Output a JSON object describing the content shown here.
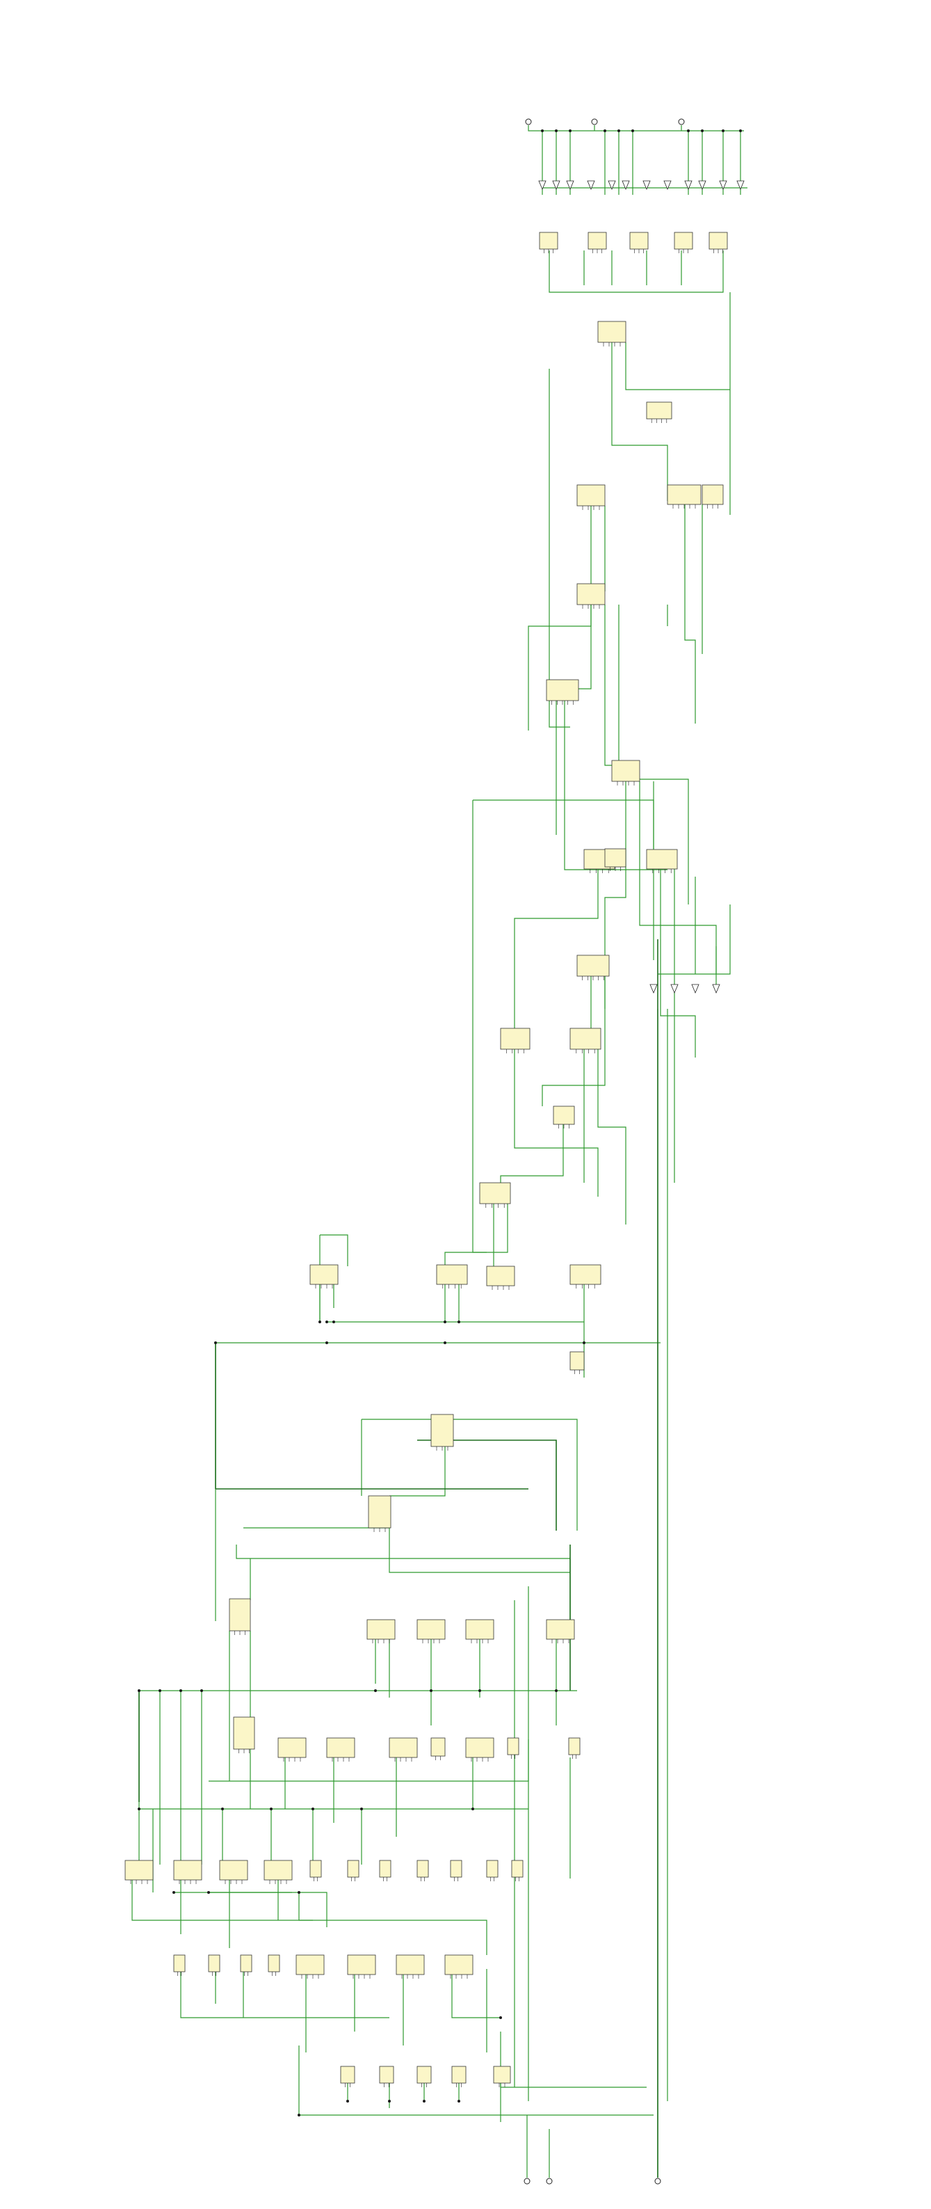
{
  "diagram": {
    "title": "",
    "ports": [
      {
        "id": "p1",
        "label": ""
      },
      {
        "id": "p2",
        "label": ""
      },
      {
        "id": "p3",
        "label": ""
      },
      {
        "id": "p4",
        "label": ""
      },
      {
        "id": "p5",
        "label": ""
      },
      {
        "id": "p6",
        "label": ""
      }
    ],
    "blocks": [
      {
        "id": "b01",
        "label": ""
      },
      {
        "id": "b02",
        "label": ""
      },
      {
        "id": "b03",
        "label": ""
      },
      {
        "id": "b04",
        "label": ""
      },
      {
        "id": "b05",
        "label": ""
      },
      {
        "id": "b06",
        "label": ""
      },
      {
        "id": "b07",
        "label": ""
      },
      {
        "id": "b08",
        "label": ""
      },
      {
        "id": "b09",
        "label": ""
      },
      {
        "id": "b10",
        "label": ""
      },
      {
        "id": "b11",
        "label": ""
      },
      {
        "id": "b12",
        "label": ""
      },
      {
        "id": "b13",
        "label": ""
      },
      {
        "id": "b14",
        "label": ""
      },
      {
        "id": "b15",
        "label": ""
      },
      {
        "id": "b16",
        "label": ""
      },
      {
        "id": "b17",
        "label": ""
      },
      {
        "id": "b18",
        "label": ""
      },
      {
        "id": "b19",
        "label": ""
      },
      {
        "id": "b20",
        "label": ""
      },
      {
        "id": "b21",
        "label": ""
      },
      {
        "id": "b22",
        "label": ""
      },
      {
        "id": "b23",
        "label": ""
      },
      {
        "id": "b24",
        "label": ""
      },
      {
        "id": "b25",
        "label": ""
      },
      {
        "id": "b26",
        "label": ""
      },
      {
        "id": "b27",
        "label": ""
      },
      {
        "id": "b28",
        "label": ""
      },
      {
        "id": "b29",
        "label": ""
      },
      {
        "id": "b30",
        "label": ""
      },
      {
        "id": "b31",
        "label": ""
      },
      {
        "id": "b32",
        "label": ""
      },
      {
        "id": "b33",
        "label": ""
      },
      {
        "id": "b34",
        "label": ""
      },
      {
        "id": "b35",
        "label": ""
      },
      {
        "id": "b36",
        "label": ""
      },
      {
        "id": "b37",
        "label": ""
      },
      {
        "id": "b38",
        "label": ""
      },
      {
        "id": "b39",
        "label": ""
      },
      {
        "id": "b40",
        "label": ""
      },
      {
        "id": "b41",
        "label": ""
      },
      {
        "id": "b42",
        "label": ""
      },
      {
        "id": "b43",
        "label": ""
      },
      {
        "id": "b44",
        "label": ""
      },
      {
        "id": "b45",
        "label": ""
      },
      {
        "id": "b46",
        "label": ""
      },
      {
        "id": "b47",
        "label": ""
      },
      {
        "id": "b48",
        "label": ""
      },
      {
        "id": "b49",
        "label": ""
      },
      {
        "id": "b50",
        "label": ""
      },
      {
        "id": "b51",
        "label": ""
      },
      {
        "id": "b52",
        "label": ""
      },
      {
        "id": "b53",
        "label": ""
      },
      {
        "id": "b54",
        "label": ""
      },
      {
        "id": "b55",
        "label": ""
      },
      {
        "id": "b56",
        "label": ""
      },
      {
        "id": "b57",
        "label": ""
      },
      {
        "id": "b58",
        "label": ""
      },
      {
        "id": "b59",
        "label": ""
      },
      {
        "id": "b60",
        "label": ""
      },
      {
        "id": "b61",
        "label": ""
      },
      {
        "id": "b62",
        "label": ""
      },
      {
        "id": "b63",
        "label": ""
      },
      {
        "id": "b64",
        "label": ""
      },
      {
        "id": "b65",
        "label": ""
      }
    ],
    "gate_group_count": 6,
    "colors": {
      "wire": "#2e9a2e",
      "wire_dark": "#1f6f1f",
      "block_fill": "#fbf6c8",
      "block_stroke": "#333333"
    }
  }
}
